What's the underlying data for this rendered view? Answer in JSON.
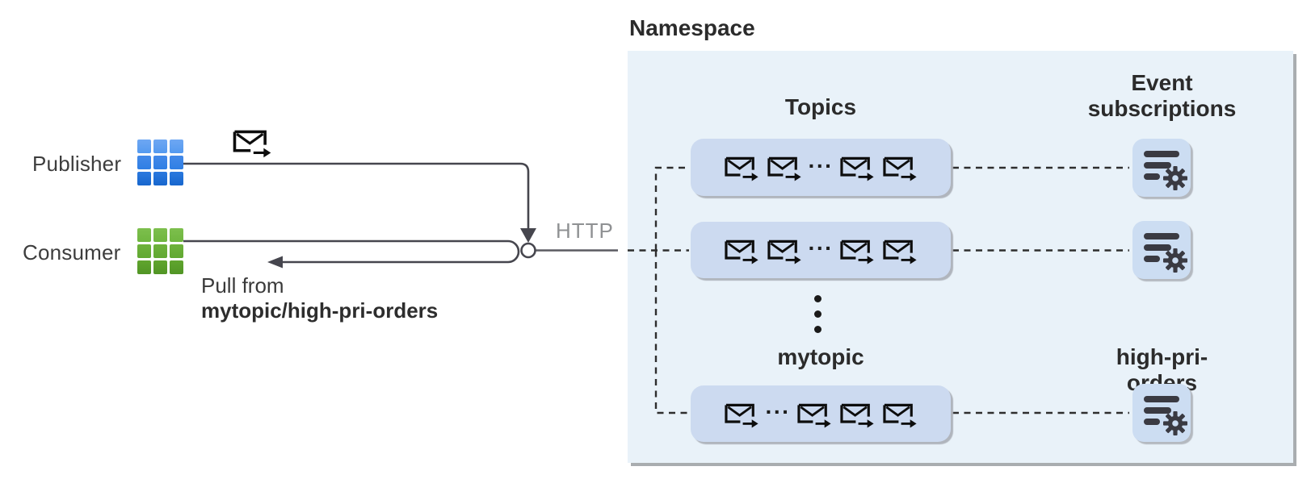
{
  "diagram": {
    "publisher_label": "Publisher",
    "consumer_label": "Consumer",
    "pull_from_line1": "Pull from",
    "pull_from_line2": "mytopic/high-pri-orders",
    "http_label": "HTTP",
    "namespace_title": "Namespace",
    "topics_heading": "Topics",
    "event_subscriptions_heading": "Event subscriptions",
    "mytopic_label": "mytopic",
    "high_pri_orders_label": "high-pri-orders",
    "topic_row_ellipsis": "···",
    "colors": {
      "namespace_bg": "#e9f2f9",
      "topic_row_bg": "#ccdaf0",
      "event_subscription_icon_bg": "#ccddf2",
      "publisher_icon_blue": "#2f7fe4",
      "consumer_icon_green": "#61a832",
      "connector_line": "#46464e",
      "http_label_gray": "#8f9193",
      "shadow_gray": "#a9adb0"
    }
  }
}
